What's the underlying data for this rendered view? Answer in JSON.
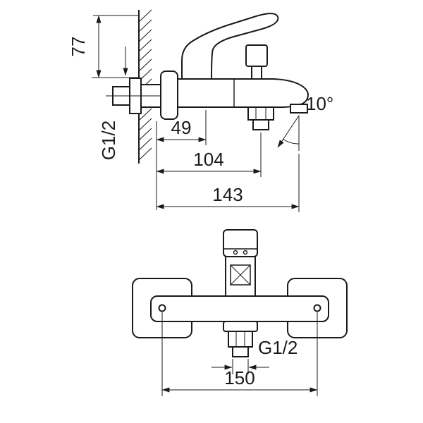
{
  "drawing": {
    "type": "technical-dimension-drawing",
    "subject": "wall-mounted bath mixer faucet",
    "line_color": "#1a1a1a",
    "background": "#ffffff"
  },
  "side_view": {
    "height_dim": "77",
    "wall_thread": "G1/2",
    "depth_to_cartridge": "49",
    "depth_to_outlet": "104",
    "depth_to_spout": "143",
    "spout_angle": "10°"
  },
  "front_view": {
    "outlet_thread": "G1/2",
    "mount_width": "150"
  }
}
